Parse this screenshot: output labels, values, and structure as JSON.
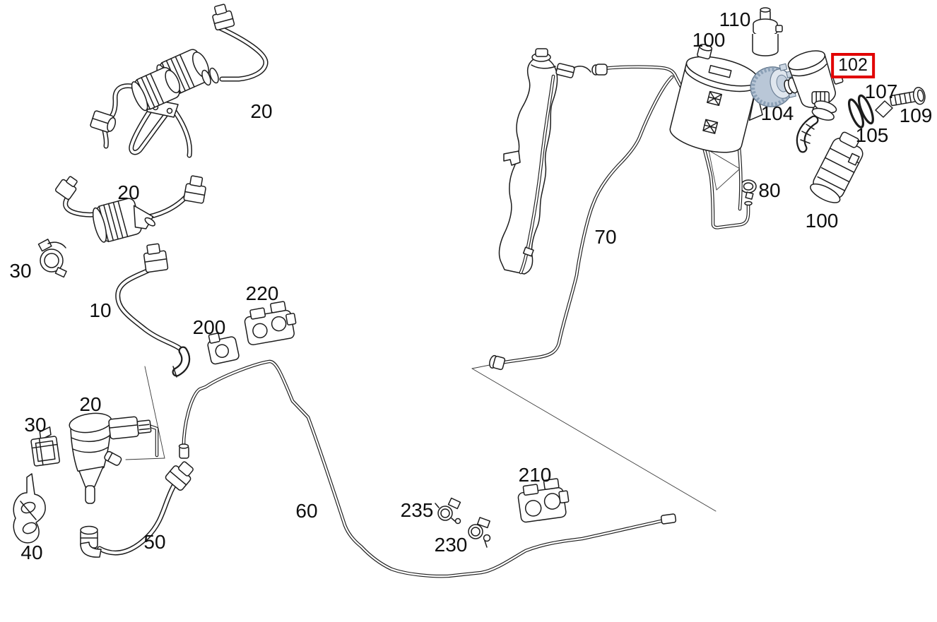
{
  "diagram": {
    "background": "#ffffff",
    "line_color": "#1c1c1c",
    "highlight_color": "#e10000",
    "filter_fill_color": "#b9c7d7",
    "selected_part": "102",
    "labels": [
      {
        "text": "20",
        "highlighted": false
      },
      {
        "text": "20",
        "highlighted": false
      },
      {
        "text": "30",
        "highlighted": false
      },
      {
        "text": "10",
        "highlighted": false
      },
      {
        "text": "220",
        "highlighted": false
      },
      {
        "text": "200",
        "highlighted": false
      },
      {
        "text": "20",
        "highlighted": false
      },
      {
        "text": "30",
        "highlighted": false
      },
      {
        "text": "40",
        "highlighted": false
      },
      {
        "text": "50",
        "highlighted": false
      },
      {
        "text": "60",
        "highlighted": false
      },
      {
        "text": "235",
        "highlighted": false
      },
      {
        "text": "230",
        "highlighted": false
      },
      {
        "text": "210",
        "highlighted": false
      },
      {
        "text": "70",
        "highlighted": false
      },
      {
        "text": "80",
        "highlighted": false
      },
      {
        "text": "100",
        "highlighted": false
      },
      {
        "text": "110",
        "highlighted": false
      },
      {
        "text": "104",
        "highlighted": false
      },
      {
        "text": "102",
        "highlighted": true
      },
      {
        "text": "107",
        "highlighted": false
      },
      {
        "text": "105",
        "highlighted": false
      },
      {
        "text": "109",
        "highlighted": false
      },
      {
        "text": "100",
        "highlighted": false
      }
    ]
  }
}
